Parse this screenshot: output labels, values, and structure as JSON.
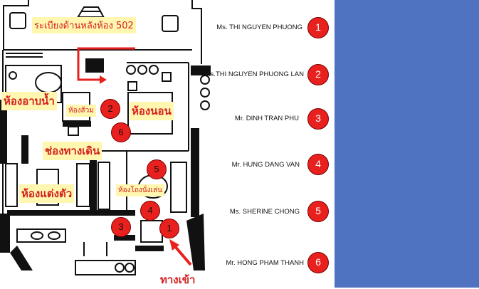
{
  "colors": {
    "panel": "#4f72c1",
    "marker": "#e8201e",
    "label_bg": "#fff7b0",
    "label_text": "#d41f1f",
    "wall": "#111111"
  },
  "floorplan": {
    "title": "ระเบียงด้านหลังห้อง 502",
    "rooms": {
      "bathroom": "ห้องอาบน้ำ",
      "toilet": "ห้องส้วม",
      "bedroom": "ห้องนอน",
      "corridor": "ช่องทางเดิน",
      "dressing": "ห้องแต่งตัว",
      "living": "ห้องโถงนั่งเล่น"
    },
    "entrance": "ทางเข้า",
    "markers": [
      "1",
      "2",
      "3",
      "4",
      "5",
      "6"
    ]
  },
  "legend": [
    {
      "number": "1",
      "name": "Ms. THI NGUYEN PHUONG"
    },
    {
      "number": "2",
      "name": "Ms.THI NGUYEN PHUONG LAN"
    },
    {
      "number": "3",
      "name": "Mr. DINH TRAN PHU"
    },
    {
      "number": "4",
      "name": "Mr. HUNG DANG VAN"
    },
    {
      "number": "5",
      "name": "Ms. SHERINE CHONG"
    },
    {
      "number": "6",
      "name": "Mr. HONG PHAM THANH"
    }
  ]
}
